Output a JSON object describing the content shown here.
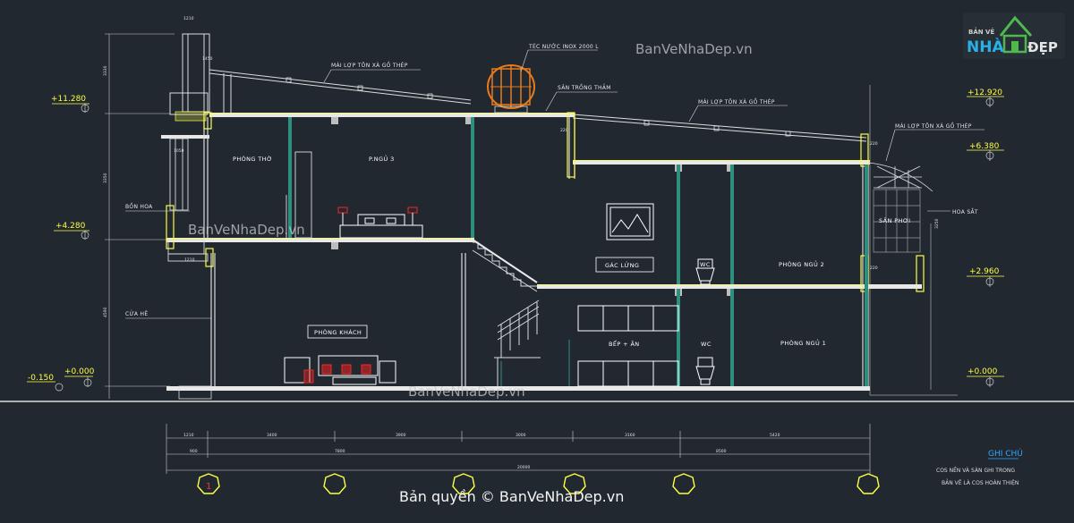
{
  "watermarks": {
    "top": "BanVeNhaDep.vn",
    "mid": "BanVeNhaDep.vn",
    "bottom": "BanVeNhaDep.vn",
    "copyright": "Bản quyền © BanVeNhaDep.vn"
  },
  "logo": {
    "line1": "BẢN VẼ",
    "word_a": "NHÀ",
    "word_b": "ĐẸP"
  },
  "roof_labels": {
    "main_roof": "MÁI LỢP TÔN XÀ GỒ THÉP",
    "tank": "TÉC NƯỚC INOX 2000 L",
    "terrace": "SÂN TRỒNG THẢM",
    "right_roof": "MÁI LỢP TÔN XÀ GỒ THÉP",
    "balcony_roof": "MÁI LỢP TÔN XÀ GỒ THÉP"
  },
  "rooms": {
    "worship": "PHÒNG THỜ",
    "bed3": "P.NGỦ 3",
    "flower": "BỒN HOA",
    "living": "PHÒNG KHÁCH",
    "porch": "CỬA HÊ",
    "mezzanine": "GÁC LỬNG",
    "wc_up": "WC",
    "bed2": "PHÒNG NGỦ 2",
    "kitchen": "BẾP + ĂN",
    "wc_down": "WC",
    "bed1": "PHÒNG NGỦ 1",
    "back_yard": "SÂN PHƠI",
    "iron_railing": "HOA SẮT"
  },
  "levels": {
    "left_top": "+11.280",
    "left_mid": "+4.280",
    "left_zero": "+0.000",
    "left_neg": "-0.150",
    "right_top": "+12.920",
    "right_upper": "+6.380",
    "right_mid": "+2.960",
    "right_zero": "+0.000"
  },
  "dimensions": {
    "row1": [
      "1210",
      "3400",
      "3900",
      "3000",
      "3160",
      "5420"
    ],
    "row2": [
      "900",
      "7800",
      "8500"
    ],
    "overall": "20000",
    "vert_left": [
      "3330",
      "3350",
      "4590"
    ],
    "misc": [
      "1210",
      "1450",
      "1050",
      "1210",
      "220",
      "220",
      "220",
      "3250"
    ]
  },
  "notes": {
    "title": "GHI CHÚ",
    "line1": "COS NỀN VÀ SÀN GHI TRONG",
    "line2": "BẢN VẼ LÀ COS HOÀN THIỆN"
  },
  "colors": {
    "background": "#212830",
    "slab": "#e8e8e8",
    "yellow": "#ffff44",
    "column": "#2f8f7f",
    "tank": "#e87a1c",
    "furniture_red": "#ff2222",
    "note_blue": "#33a6ff"
  }
}
